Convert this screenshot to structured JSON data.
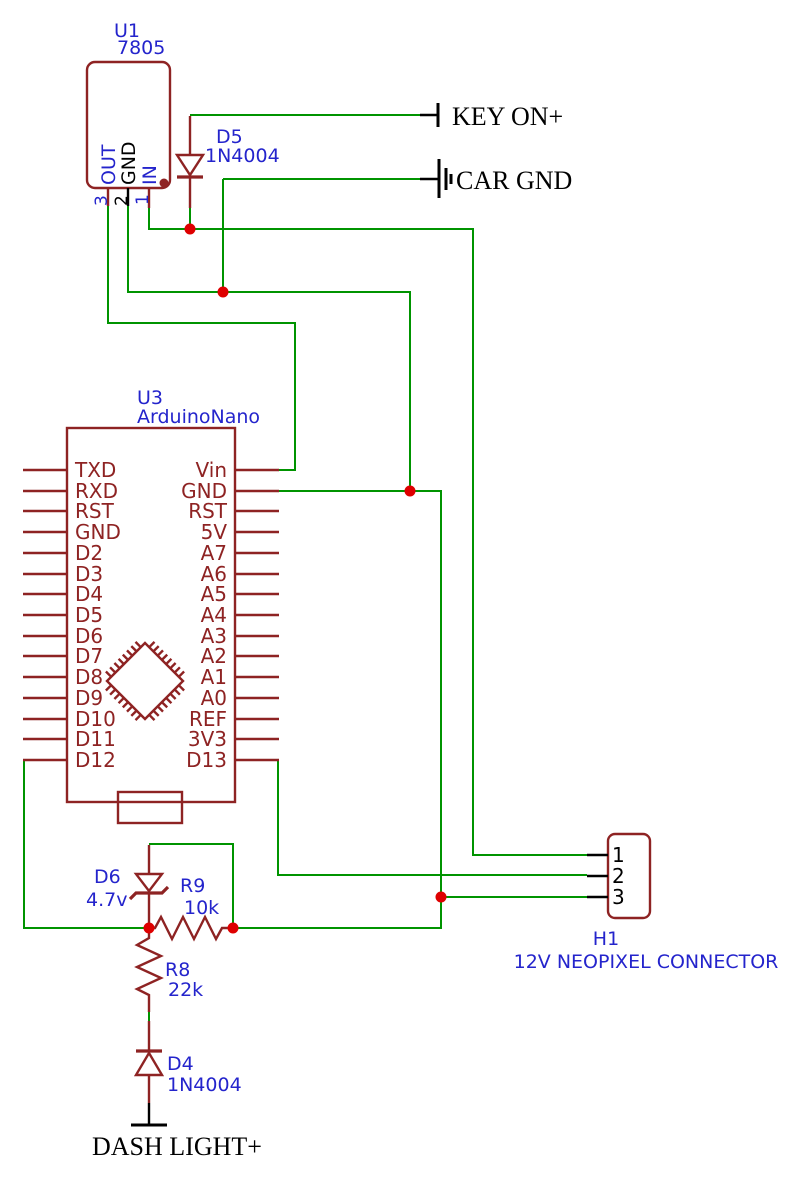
{
  "colors": {
    "wire": "#009400",
    "component": "#8e2323",
    "label": "#2424cc",
    "junction": "#de0000",
    "black": "#000000"
  },
  "u1": {
    "ref": "U1",
    "value": "7805",
    "pin_names": [
      "OUT",
      "GND",
      "IN"
    ],
    "pin_numbers": [
      "3",
      "2",
      "1"
    ]
  },
  "d5": {
    "ref": "D5",
    "value": "1N4004"
  },
  "u3": {
    "ref": "U3",
    "value": "ArduinoNano",
    "left_pins": [
      "TXD",
      "RXD",
      "RST",
      "GND",
      "D2",
      "D3",
      "D4",
      "D5",
      "D6",
      "D7",
      "D8",
      "D9",
      "D10",
      "D11",
      "D12"
    ],
    "right_pins": [
      "Vin",
      "GND",
      "RST",
      "5V",
      "A7",
      "A6",
      "A5",
      "A4",
      "A3",
      "A2",
      "A1",
      "A0",
      "REF",
      "3V3",
      "D13"
    ]
  },
  "d6": {
    "ref": "D6",
    "value": "4.7v"
  },
  "r9": {
    "ref": "R9",
    "value": "10k"
  },
  "r8": {
    "ref": "R8",
    "value": "22k"
  },
  "d4": {
    "ref": "D4",
    "value": "1N4004"
  },
  "h1": {
    "ref": "H1",
    "value": "12V NEOPIXEL CONNECTOR",
    "pins": [
      "1",
      "2",
      "3"
    ]
  },
  "terminals": {
    "key_on": "KEY ON+",
    "car_gnd": "CAR GND",
    "dash_light": "DASH LIGHT+"
  }
}
